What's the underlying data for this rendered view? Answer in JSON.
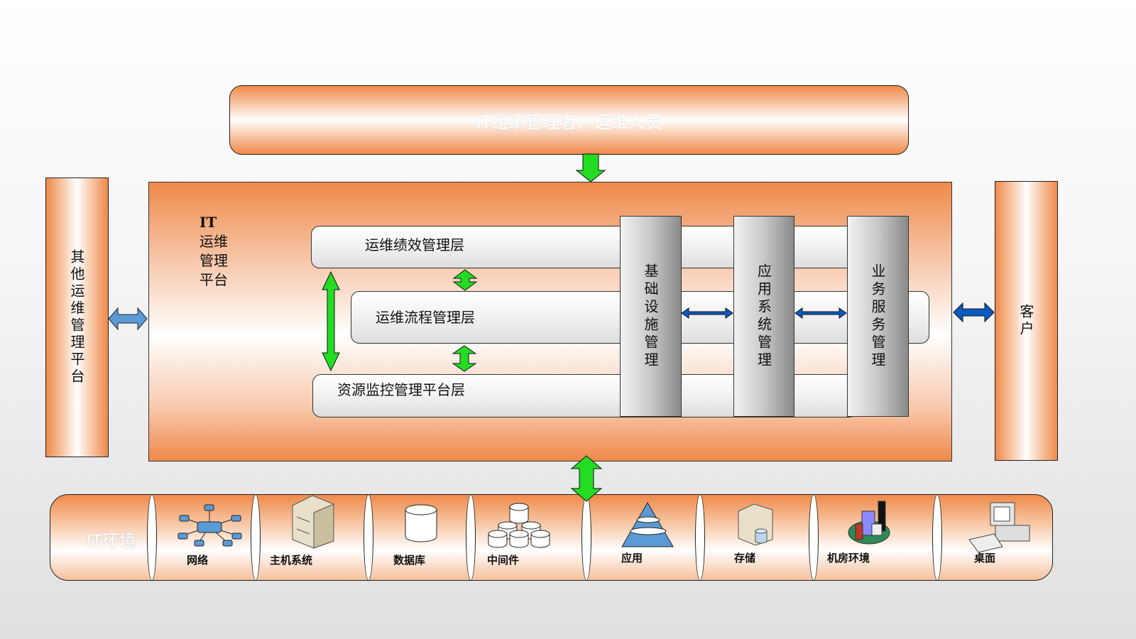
{
  "top_bar": {
    "label": "IT组织管理者、运维人员"
  },
  "left_bar": {
    "label": "其他运维管理平台"
  },
  "right_bar": {
    "label": "客户"
  },
  "platform": {
    "title_line1": "IT",
    "title_line2": "运维",
    "title_line3": "管理",
    "title_line4": "平台"
  },
  "layers": [
    {
      "label": "运维绩效管理层"
    },
    {
      "label": "运维流程管理层"
    },
    {
      "label": "资源监控管理平台层"
    }
  ],
  "columns": [
    {
      "label": "基础设施管理"
    },
    {
      "label": "应用系统管理"
    },
    {
      "label": "业务服务管理"
    }
  ],
  "environment": {
    "title": "IT环境",
    "items": [
      {
        "label": "网络",
        "icon": "network-icon"
      },
      {
        "label": "主机系统",
        "icon": "server-icon"
      },
      {
        "label": "数据库",
        "icon": "database-icon"
      },
      {
        "label": "中间件",
        "icon": "middleware-icon"
      },
      {
        "label": "应用",
        "icon": "application-pyramid-icon"
      },
      {
        "label": "存储",
        "icon": "storage-icon"
      },
      {
        "label": "机房环境",
        "icon": "datacenter-icon"
      },
      {
        "label": "桌面",
        "icon": "desktop-icon"
      }
    ]
  },
  "colors": {
    "orange": "#ef8a4a",
    "green": "#22dd22",
    "blue": "#5b9bd5",
    "darkblue": "#0b5bbd"
  }
}
